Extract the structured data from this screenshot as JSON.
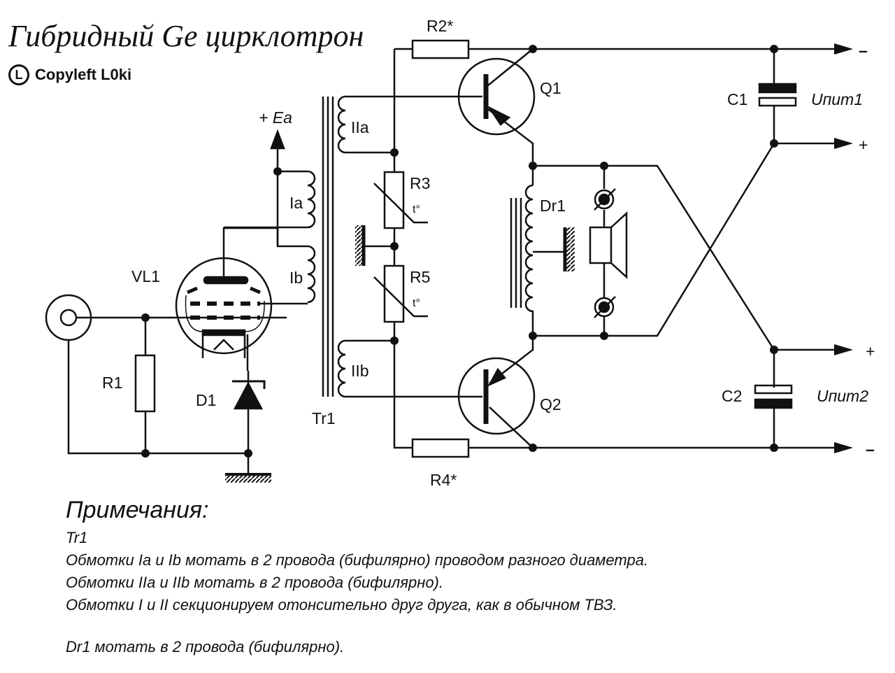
{
  "title": "Гибридный Ge цирклотрон",
  "copyleft": {
    "icon": "copyleft-icon",
    "icon_letter": "L",
    "text": "Copyleft L0ki"
  },
  "components": {
    "vl1": "VL1",
    "r1": "R1",
    "d1": "D1",
    "tr1": "Tr1",
    "ia": "Ia",
    "ib": "Ib",
    "iia": "IIa",
    "iib": "IIb",
    "ea": "+ Ea",
    "r2": "R2*",
    "r3": "R3",
    "r4": "R4*",
    "r5": "R5",
    "thermistor_mark": "t°",
    "q1": "Q1",
    "q2": "Q2",
    "dr1": "Dr1",
    "c1": "C1",
    "c2": "C2",
    "upit1": "Uпит1",
    "upit2": "Uпит2",
    "minus": "–",
    "plus": "+"
  },
  "notes": {
    "heading": "Примечания:",
    "lines": [
      "Tr1",
      "Обмотки Ia и Ib мотать в 2 провода (бифилярно) проводом разного диаметра.",
      "Обмотки IIa и IIb мотать в 2 провода (бифилярно).",
      "Обмотки I и II секционируем отонсительно друг друга, как в обычном ТВЗ.",
      "Dr1 мотать в 2 провода (бифилярно)."
    ]
  }
}
